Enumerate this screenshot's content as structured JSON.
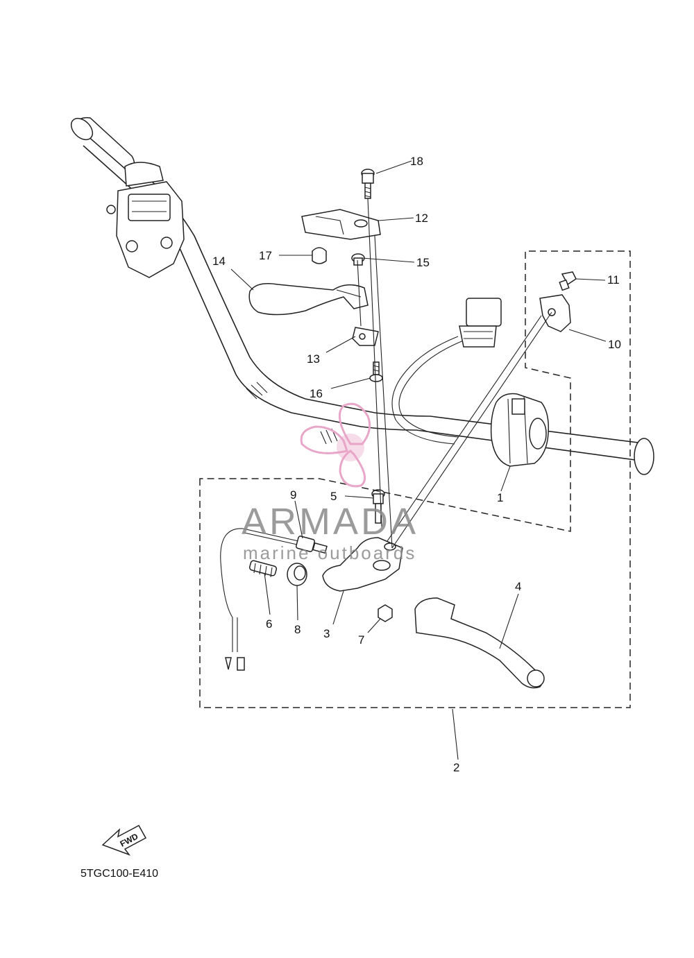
{
  "diagram": {
    "code": "5TGC100-E410",
    "fwd_label": "FWD",
    "watermark": {
      "brand": "ARMADA",
      "tagline": "marine outboards",
      "color": "#e8a6c8"
    },
    "callouts": [
      "1",
      "2",
      "3",
      "4",
      "5",
      "6",
      "7",
      "8",
      "9",
      "10",
      "11",
      "12",
      "13",
      "14",
      "15",
      "16",
      "17",
      "18"
    ]
  }
}
